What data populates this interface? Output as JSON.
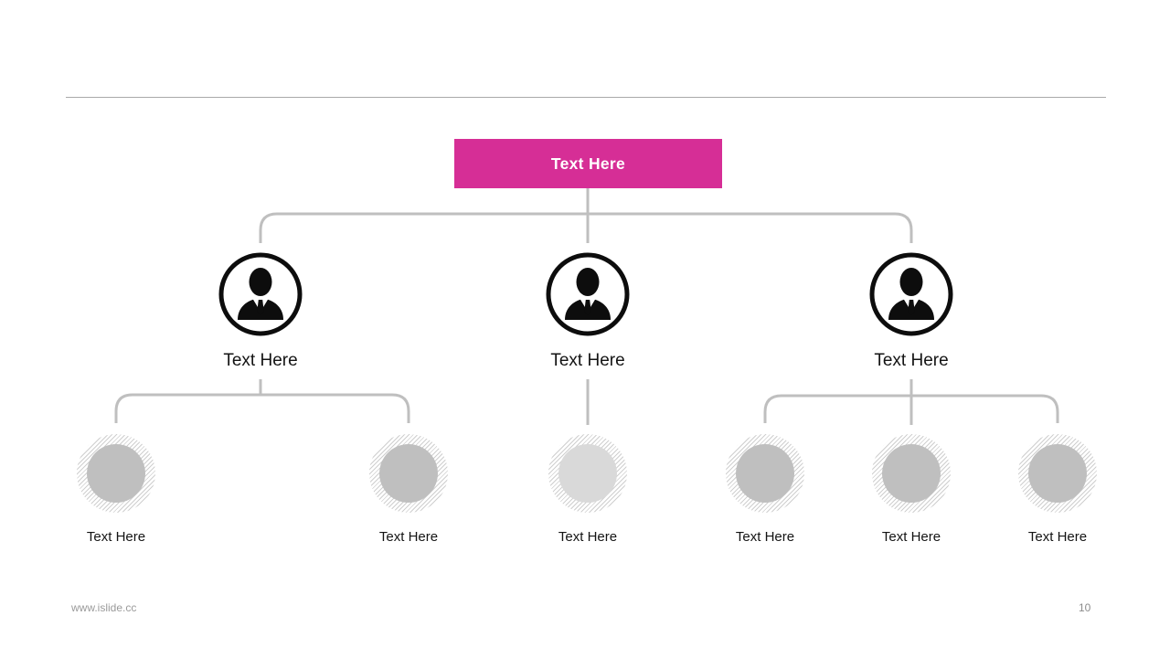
{
  "org": {
    "root": {
      "label": "Text Here"
    },
    "managers": [
      {
        "label": "Text Here"
      },
      {
        "label": "Text Here"
      },
      {
        "label": "Text Here"
      }
    ],
    "children": [
      {
        "label": "Text Here",
        "branch": "left"
      },
      {
        "label": "Text Here",
        "branch": "left"
      },
      {
        "label": "Text Here",
        "branch": "middle"
      },
      {
        "label": "Text Here",
        "branch": "right"
      },
      {
        "label": "Text Here",
        "branch": "right"
      },
      {
        "label": "Text Here",
        "branch": "right"
      }
    ]
  },
  "footer": {
    "website": "www.islide.cc",
    "page_number": "10"
  },
  "colors": {
    "accent_pink": "#d62e96",
    "connector_gray": "#bfbfbf",
    "child_fill": "#bfbfbf",
    "child_fill_light": "#d9d9d9",
    "hatch_gray": "#cfcfcf",
    "icon_black": "#0d0d0d"
  },
  "icons": {
    "manager": "businessman-icon"
  }
}
